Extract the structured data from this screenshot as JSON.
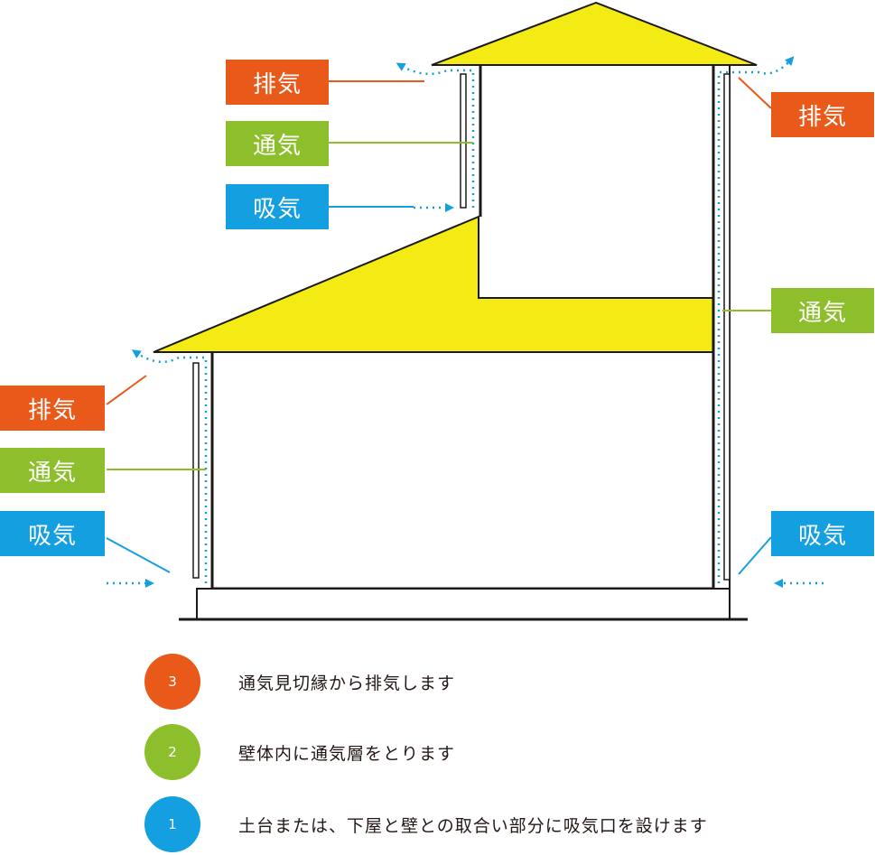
{
  "colors": {
    "exhaust": "#e8591a",
    "ventilation": "#8cbf2b",
    "intake": "#139fe0",
    "roof_fill": "#f4eb14",
    "outline": "#1a1a1a",
    "airflow": "#139fe0"
  },
  "labels": {
    "upper_left": {
      "exhaust": "排気",
      "ventilation": "通気",
      "intake": "吸気"
    },
    "upper_right": {
      "exhaust": "排気"
    },
    "right": {
      "ventilation": "通気",
      "intake": "吸気"
    },
    "lower_left": {
      "exhaust": "排気",
      "ventilation": "通気",
      "intake": "吸気"
    }
  },
  "legend": [
    {
      "number": "3",
      "text": "通気見切縁から排気します",
      "color": "exhaust"
    },
    {
      "number": "2",
      "text": "壁体内に通気層をとります",
      "color": "ventilation"
    },
    {
      "number": "1",
      "text": "土台または、下屋と壁との取合い部分に吸気口を設けます",
      "color": "intake"
    }
  ]
}
